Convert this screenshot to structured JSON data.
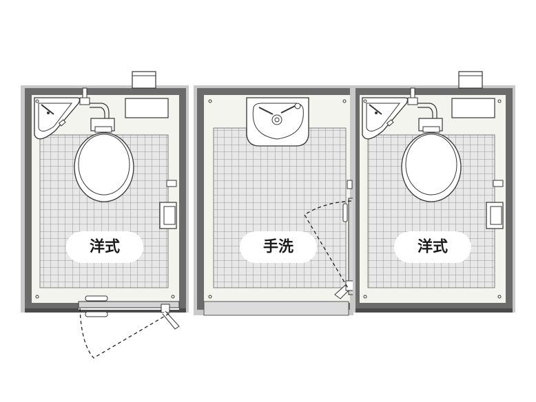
{
  "rooms": [
    {
      "label": "洋式",
      "type": "western-toilet-room"
    },
    {
      "label": "手洗",
      "type": "hand-wash-room"
    },
    {
      "label": "洋式",
      "type": "western-toilet-room"
    }
  ],
  "colors": {
    "wall": "#6b6b6b",
    "wall_light": "#c9c9c9",
    "floor": "#f4f4ee",
    "tile_line": "#8a8a8a",
    "tile_fill": "#e6e6e6",
    "fixture": "#ffffff",
    "fixture_stroke": "#3a3a3a",
    "label_bg": "#ffffff"
  },
  "icons": [
    "toilet-icon",
    "corner-sink-icon",
    "wash-basin-icon",
    "toilet-tank-icon",
    "vent-pipe-icon",
    "door-swing-icon"
  ]
}
